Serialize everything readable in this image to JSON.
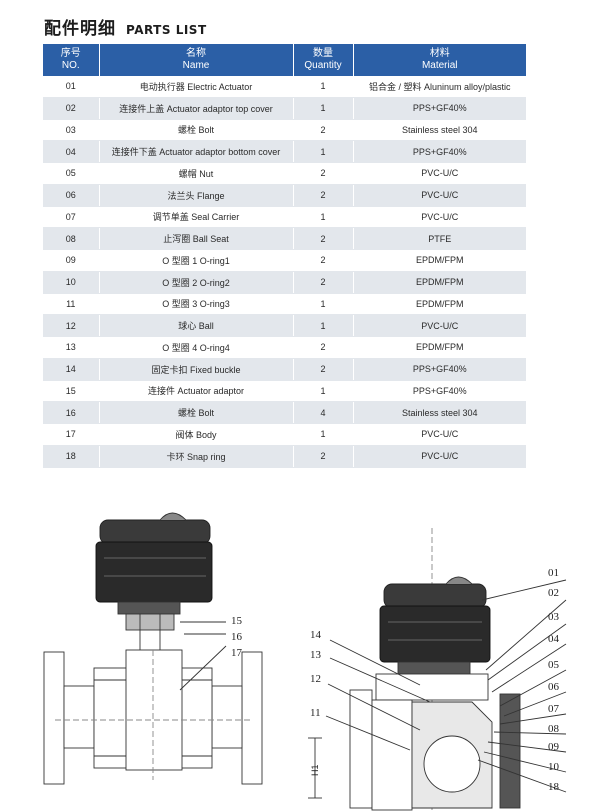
{
  "header": {
    "title_zh": "配件明细",
    "title_en": "PARTS LIST"
  },
  "table": {
    "columns": [
      {
        "zh": "序号",
        "en": "NO."
      },
      {
        "zh": "名称",
        "en": "Name"
      },
      {
        "zh": "数量",
        "en": "Quantity"
      },
      {
        "zh": "材料",
        "en": "Material"
      }
    ],
    "rows": [
      {
        "no": "01",
        "name": "电动执行器 Electric Actuator",
        "qty": "1",
        "material": "铝合金 / 塑料 Aluninum alloy/plastic"
      },
      {
        "no": "02",
        "name": "连接件上盖 Actuator adaptor top cover",
        "qty": "1",
        "material": "PPS+GF40%"
      },
      {
        "no": "03",
        "name": "螺栓 Bolt",
        "qty": "2",
        "material": "Stainless steel 304"
      },
      {
        "no": "04",
        "name": "连接件下盖 Actuator adaptor bottom cover",
        "qty": "1",
        "material": "PPS+GF40%"
      },
      {
        "no": "05",
        "name": "螺帽 Nut",
        "qty": "2",
        "material": "PVC-U/C"
      },
      {
        "no": "06",
        "name": "法兰头 Flange",
        "qty": "2",
        "material": "PVC-U/C"
      },
      {
        "no": "07",
        "name": "调节单盖 Seal Carrier",
        "qty": "1",
        "material": "PVC-U/C"
      },
      {
        "no": "08",
        "name": "止泻圈 Ball Seat",
        "qty": "2",
        "material": "PTFE"
      },
      {
        "no": "09",
        "name": "O 型圈 1 O-ring1",
        "qty": "2",
        "material": "EPDM/FPM"
      },
      {
        "no": "10",
        "name": "O 型圈 2 O-ring2",
        "qty": "2",
        "material": "EPDM/FPM"
      },
      {
        "no": "11",
        "name": "O 型圈 3 O-ring3",
        "qty": "1",
        "material": "EPDM/FPM"
      },
      {
        "no": "12",
        "name": "球心 Ball",
        "qty": "1",
        "material": "PVC-U/C"
      },
      {
        "no": "13",
        "name": "O 型圈 4 O-ring4",
        "qty": "2",
        "material": "EPDM/FPM"
      },
      {
        "no": "14",
        "name": "固定卡扣 Fixed buckle",
        "qty": "2",
        "material": "PPS+GF40%"
      },
      {
        "no": "15",
        "name": "连接件 Actuator adaptor",
        "qty": "1",
        "material": "PPS+GF40%"
      },
      {
        "no": "16",
        "name": "螺栓 Bolt",
        "qty": "4",
        "material": "Stainless steel 304"
      },
      {
        "no": "17",
        "name": "阀体 Body",
        "qty": "1",
        "material": "PVC-U/C"
      },
      {
        "no": "18",
        "name": "卡环 Snap ring",
        "qty": "2",
        "material": "PVC-U/C"
      }
    ]
  },
  "drawing": {
    "left_callouts": [
      "15",
      "16",
      "17"
    ],
    "section_callouts_left": [
      "14",
      "13",
      "12",
      "11"
    ],
    "section_callouts_right": [
      "01",
      "02",
      "03",
      "04",
      "05",
      "06",
      "07",
      "08",
      "09",
      "10",
      "18"
    ],
    "dimension_label": "H1"
  }
}
